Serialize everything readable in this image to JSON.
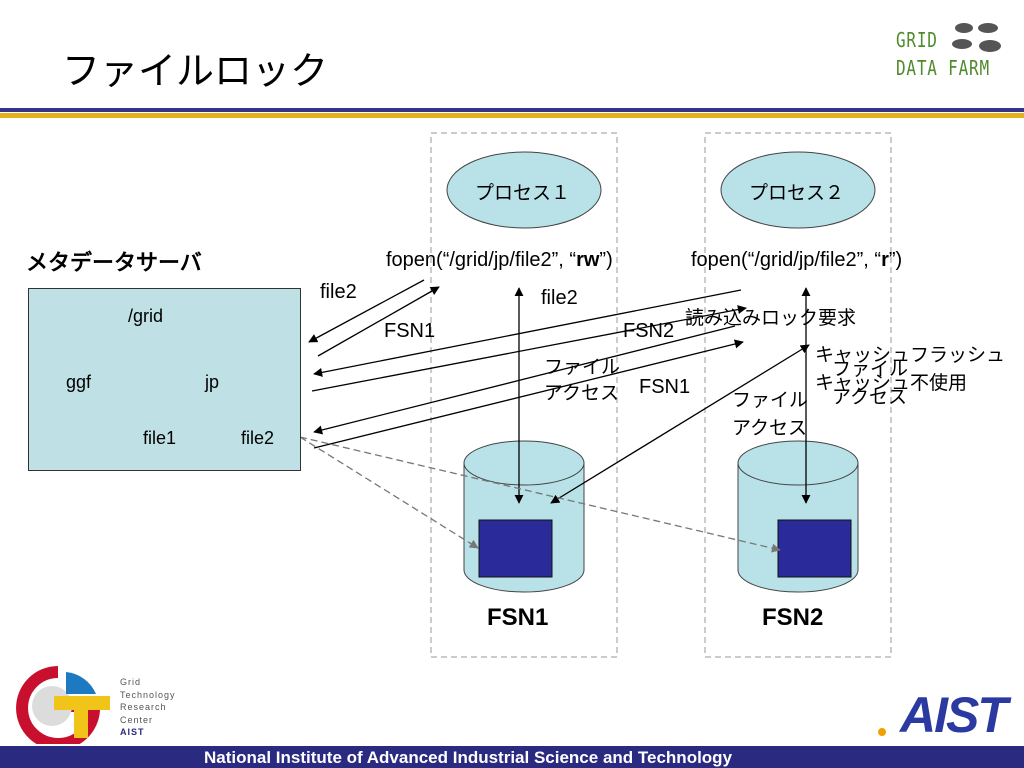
{
  "title": "ファイルロック",
  "logo_grid_datafarm": [
    "GRID",
    "DATA FARM"
  ],
  "metadata_server": {
    "title": "メタデータサーバ",
    "tree": {
      "root": "/grid",
      "level1": [
        "ggf",
        "jp"
      ],
      "level2": [
        "file1",
        "file2"
      ]
    }
  },
  "processes": [
    "プロセス１",
    "プロセス２"
  ],
  "fopen": [
    {
      "prefix": "fopen(“/grid/jp/file2”, “",
      "mode": "rw",
      "suffix": "”)"
    },
    {
      "prefix": "fopen(“/grid/jp/file2”, “",
      "mode": "r",
      "suffix": "”)"
    }
  ],
  "arrow_labels": {
    "file2_left": "file2",
    "fsn1_left": "FSN1",
    "file2_mid": "file2",
    "fsn2_mid": "FSN2",
    "read_lock_request": "読み込みロック要求",
    "file_access_1": [
      "ファイル",
      "アクセス"
    ],
    "fsn1_mid": "FSN1",
    "file_access_2": [
      "ファイル",
      "アクセス"
    ],
    "cache_flush": "キャッシュフラッシュ",
    "file_access_3": "ファイル",
    "cache_disabled": "キャッシュ不使用",
    "file_access_4": "アクセス"
  },
  "fsn_nodes": [
    "FSN1",
    "FSN2"
  ],
  "colors": {
    "process_fill": "#b8e2e8",
    "cylinder_fill": "#b8e2e8",
    "file_block": "#2a2a9a",
    "accent_blue": "#34348a",
    "accent_gold": "#e2b21c"
  },
  "footer_logo_text": [
    "Grid",
    "Technology",
    "Research",
    "Center",
    "AIST"
  ],
  "aist_logo": "AIST",
  "footer": "National Institute of Advanced Industrial Science and Technology"
}
